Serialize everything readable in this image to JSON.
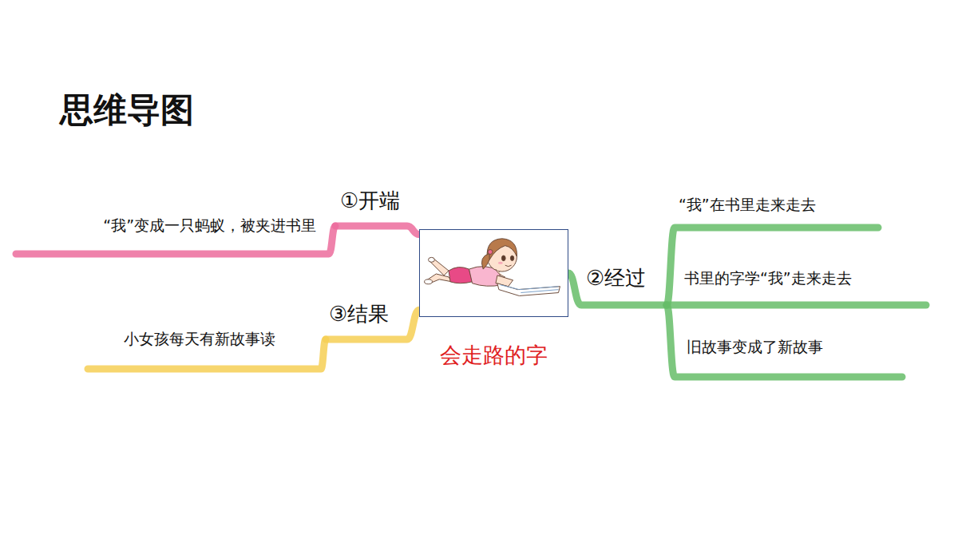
{
  "diagram": {
    "title": "思维导图",
    "nodes": [
      {
        "text": [
          "会走路的字"
        ]
      },
      {
        "text": [
          "①开端"
        ]
      },
      {
        "text": [
          "“我”变成一只蚂蚁，被夹进书里"
        ]
      },
      {
        "text": [
          "②经过"
        ]
      },
      {
        "text": [
          "“我”在书里走来走去"
        ]
      },
      {
        "text": [
          "书里的字学“我”走来走去"
        ]
      },
      {
        "text": [
          "旧故事变成了新故事"
        ]
      },
      {
        "text": [
          "③结果"
        ]
      },
      {
        "text": [
          "小女孩每天有新故事读"
        ]
      }
    ],
    "edges": [
      {
        "from": 0,
        "to": 1,
        "arrow": "none"
      },
      {
        "from": 1,
        "to": 2,
        "arrow": "none"
      },
      {
        "from": 0,
        "to": 3,
        "arrow": "none"
      },
      {
        "from": 3,
        "to": 4,
        "arrow": "none"
      },
      {
        "from": 3,
        "to": 5,
        "arrow": "none"
      },
      {
        "from": 3,
        "to": 6,
        "arrow": "none"
      },
      {
        "from": 0,
        "to": 7,
        "arrow": "none"
      },
      {
        "from": 7,
        "to": 8,
        "arrow": "none"
      }
    ]
  }
}
